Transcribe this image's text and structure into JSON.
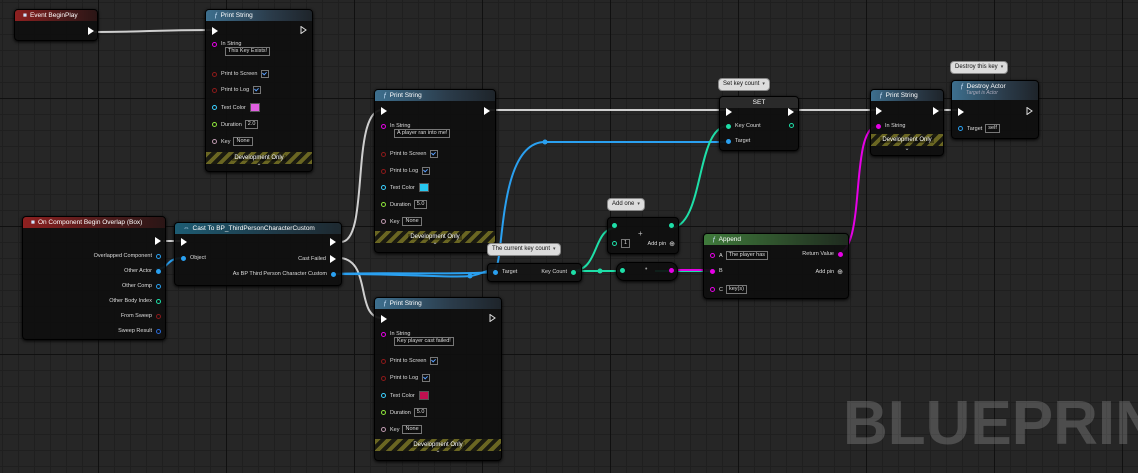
{
  "colors": {
    "exec": "#ffffff",
    "string": "#e600e6",
    "bool": "#8c1a1a",
    "linear_color": "#3bd0ff",
    "float": "#8ee63b",
    "name": "#bf9ab0",
    "object": "#2aa0f0",
    "int": "#1edfa8",
    "watermark": "#ffffff"
  },
  "nodes": {
    "begin_play": {
      "title": "Event BeginPlay"
    },
    "print1": {
      "title": "Print String",
      "in_string_label": "In String",
      "in_string": "This Key Exists!",
      "print_screen": "Print to Screen",
      "print_log": "Print to Log",
      "text_color": "Text Color",
      "duration_label": "Duration",
      "duration": "2.0",
      "key_label": "Key",
      "key": "None",
      "dev": "Development Only",
      "swatch": "#e060e0"
    },
    "print2": {
      "title": "Print String",
      "in_string_label": "In String",
      "in_string": "A player ran into me!",
      "print_screen": "Print to Screen",
      "print_log": "Print to Log",
      "text_color": "Text Color",
      "duration_label": "Duration",
      "duration": "5.0",
      "key_label": "Key",
      "key": "None",
      "dev": "Development Only",
      "swatch": "#27c8f0"
    },
    "print3": {
      "title": "Print String",
      "in_string_label": "In String",
      "in_string": "Key player cast failed!",
      "print_screen": "Print to Screen",
      "print_log": "Print to Log",
      "text_color": "Text Color",
      "duration_label": "Duration",
      "duration": "5.0",
      "key_label": "Key",
      "key": "None",
      "dev": "Development Only",
      "swatch": "#c01050"
    },
    "print4": {
      "title": "Print String",
      "in_string_label": "In String",
      "dev": "Development Only"
    },
    "overlap": {
      "title": "On Component Begin Overlap (Box)",
      "pins": [
        "Overlapped Component",
        "Other Actor",
        "Other Comp",
        "Other Body Index",
        "From Sweep",
        "Sweep Result"
      ]
    },
    "cast": {
      "title": "Cast To BP_ThirdPersonCharacterCustom",
      "object": "Object",
      "cast_failed": "Cast Failed",
      "as_bp": "As BP Third Person Character Custom"
    },
    "set": {
      "title": "SET",
      "key_count": "Key Count",
      "target": "Target",
      "comment": "Set key count"
    },
    "get": {
      "target": "Target",
      "key_count": "Key Count",
      "comment": "The current key count"
    },
    "add": {
      "comment": "Add one",
      "value": "1",
      "add_pin": "Add pin"
    },
    "plus": {
      "symbol": "+"
    },
    "append": {
      "title": "Append",
      "a_label": "A",
      "a": "The player has",
      "b_label": "B",
      "c_label": "C",
      "c": "key(s)",
      "return_value": "Return Value",
      "add_pin": "Add pin"
    },
    "destroy": {
      "title": "Destroy Actor",
      "subtitle": "Target is Actor",
      "target": "Target",
      "target_value": "self",
      "comment": "Destroy this key"
    }
  },
  "watermark": "BLUEPRINT"
}
